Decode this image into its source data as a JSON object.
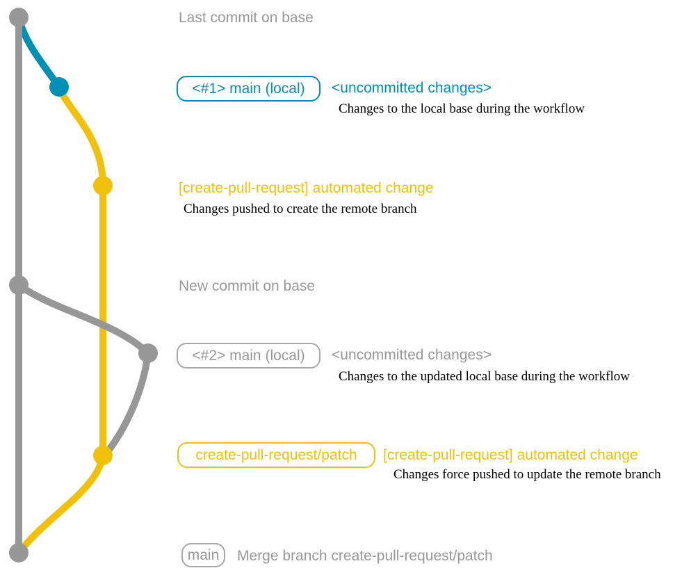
{
  "colors": {
    "gray": "#979797",
    "blue": "#008fb5",
    "yellow": "#f1c109",
    "note_text": "#000000"
  },
  "graph": {
    "type": "git-graph",
    "branches": [
      {
        "name": "base",
        "color": "#979797"
      },
      {
        "name": "main (local)",
        "color": "#008fb5"
      },
      {
        "name": "create-pull-request/patch",
        "color": "#f1c109"
      }
    ],
    "commits": [
      {
        "id": "last-commit-on-base",
        "branch": "base",
        "color": "#979797"
      },
      {
        "id": "local-main-1",
        "branch": "main (local)",
        "color": "#008fb5"
      },
      {
        "id": "patch-commit-1",
        "branch": "create-pull-request/patch",
        "color": "#f1c109"
      },
      {
        "id": "new-commit-on-base",
        "branch": "base",
        "color": "#979797"
      },
      {
        "id": "local-main-2",
        "branch": "main (local)",
        "color": "#979797"
      },
      {
        "id": "patch-commit-2",
        "branch": "create-pull-request/patch",
        "color": "#f1c109"
      },
      {
        "id": "merge-commit",
        "branch": "base",
        "color": "#979797"
      }
    ]
  },
  "annotations": {
    "last_commit_heading": "Last commit on base",
    "new_commit_heading": "New commit on base",
    "row_local1": {
      "badge": "<#1> main (local)",
      "message": "<uncommitted changes>",
      "note": "Changes to the local base during the workflow"
    },
    "row_patch1": {
      "message": "[create-pull-request] automated change",
      "note": "Changes pushed to create the remote branch"
    },
    "row_local2": {
      "badge": "<#2> main (local)",
      "message": "<uncommitted changes>",
      "note": "Changes to the updated local base during the workflow"
    },
    "row_patch2": {
      "badge": "create-pull-request/patch",
      "message": "[create-pull-request] automated change",
      "note": "Changes force pushed to update the remote branch"
    },
    "row_merge": {
      "badge": "main",
      "message": "Merge branch create-pull-request/patch"
    }
  }
}
